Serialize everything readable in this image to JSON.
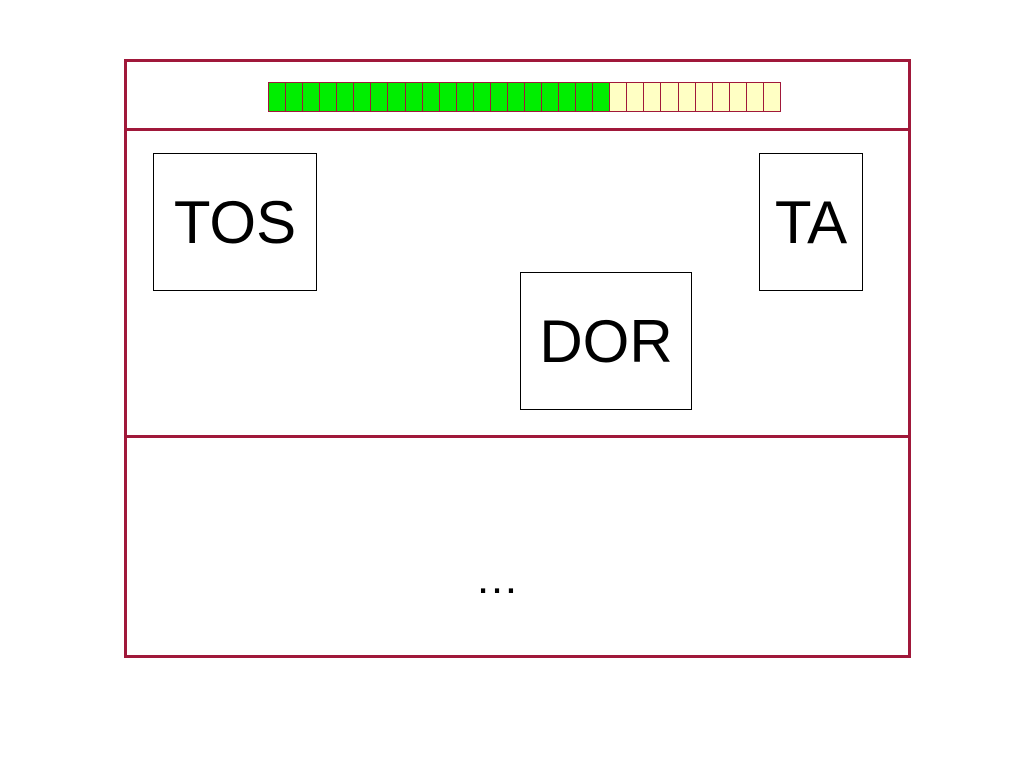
{
  "colors": {
    "frame": "#a0183a",
    "filled_cell": "#00ee00",
    "empty_cell": "#ffffc4",
    "box_border": "#000000"
  },
  "progress": {
    "total_cells": 30,
    "filled_cells": 20
  },
  "nodes": {
    "tos": "TOS",
    "ta": "TA",
    "dor": "DOR"
  },
  "lower_section": {
    "text": "…"
  }
}
